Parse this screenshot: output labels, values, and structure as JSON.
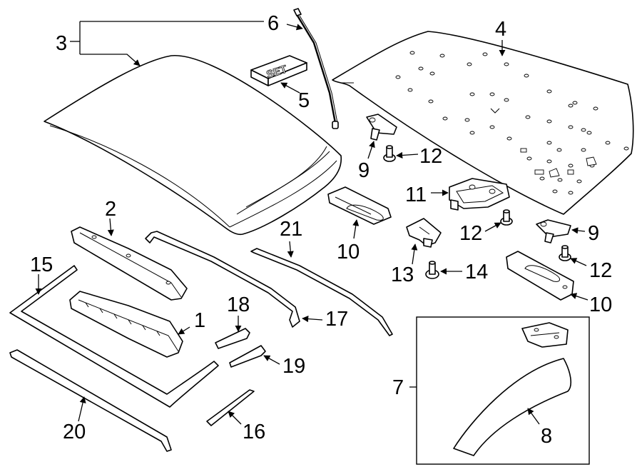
{
  "diagram": {
    "type": "exploded-parts-diagram",
    "callouts": {
      "c1": "1",
      "c2": "2",
      "c3": "3",
      "c4": "4",
      "c5": "5",
      "c6": "6",
      "c7": "7",
      "c8": "8",
      "c9a": "9",
      "c9b": "9",
      "c10a": "10",
      "c10b": "10",
      "c11": "11",
      "c12a": "12",
      "c12b": "12",
      "c12c": "12",
      "c13": "13",
      "c14": "14",
      "c15": "15",
      "c16": "16",
      "c17": "17",
      "c18": "18",
      "c19": "19",
      "c20": "20",
      "c21": "21"
    },
    "set_box_text": "SET"
  }
}
